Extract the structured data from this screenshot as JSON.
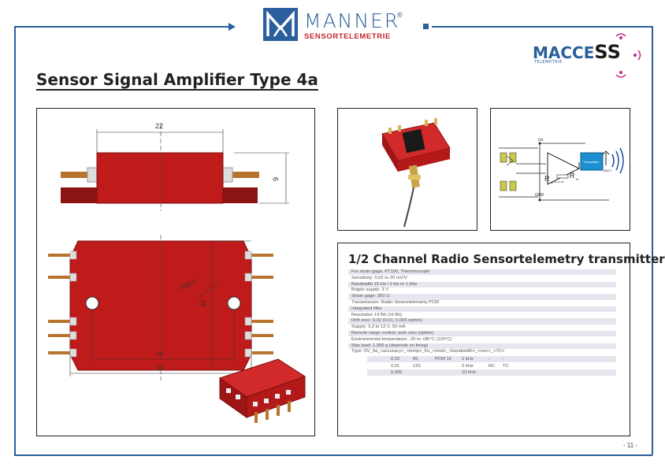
{
  "header": {
    "brand_name": "MANNER",
    "brand_reg": "®",
    "brand_sub": "SENSORTELEMETRIE",
    "logo_icon": "manner-m-logo",
    "secondary_logo": {
      "main": "MACCESS",
      "sub": "TELEMETRIE",
      "icon": "wireless-signal-icon"
    }
  },
  "page_title": "Sensor Signal Amplifier Type 4a",
  "drawing": {
    "dim_top_width": "22",
    "dim_height": "9",
    "dim_inner_width": "28",
    "dim_outer_width": "34",
    "dim_side": "34",
    "dim_hole": "2xØ3,2"
  },
  "schematic": {
    "label_uo": "Uo",
    "label_gnd": "GND",
    "label_r1": "R",
    "label_r1_sub": "f1",
    "label_r2": "R",
    "label_r2_sub": "f2",
    "label_amp_note": "R0 10 R0",
    "transmitter_label": "Transmitter",
    "label_ant": "ANT1"
  },
  "specs": {
    "title": "1/2 Channel Radio Sensortelemetry transmitter",
    "lines": [
      "For strain gage, PT100, Thermocouple",
      "Sensitivity: 0,02 to 20 mV/V",
      "Bandwidth 10 Hz / 0 Hz to 1 kHz",
      "Brigde supply: 3 V",
      "Strain gage: 350  Ω",
      "Transmission: Radio Sensortelemetry PCM",
      "Integrated filter",
      "Resolution 14 Bit (16 Bit)",
      "Drift zero: 0,02 (0,01, 0,005 option)",
      "Supply: 3,3 to 12 V, 50 mA",
      "Remote range control, auto zero (option)",
      "Environmental temperature: -25 to +85°C (120°C)",
      "Max load: 1.000 g (depends on fixing)",
      "Type: SV_4a_<accuracy>_<temp>_Fu_<mod>_<bandwidth>_<rmc>_<TC>"
    ],
    "table": [
      [
        "0,02",
        "85",
        "PCM 16",
        "1 kHz",
        "-",
        "-"
      ],
      [
        "0,01",
        "120",
        "",
        "2 kHz",
        "RC",
        "TC"
      ],
      [
        "0,005",
        "",
        "",
        "10 kHz",
        "",
        ""
      ]
    ]
  },
  "page_number": "- 11 -",
  "colors": {
    "brand_blue": "#2a5e9c",
    "brand_red": "#c4262e",
    "part_red": "#c01b1b",
    "transmitter_blue": "#1e8fd0"
  }
}
